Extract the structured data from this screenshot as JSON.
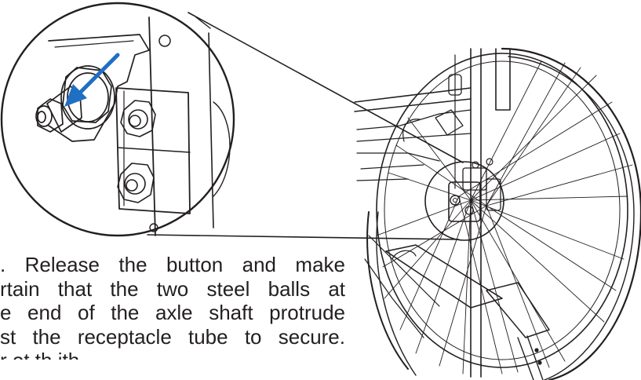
{
  "document": {
    "paragraph_lines": [
      ". Release the button and make",
      "rtain that the two steel balls at",
      "e end of the axle shaft protrude",
      "st the receptacle tube to secure.",
      "r ot th ith"
    ]
  },
  "colors": {
    "ink": "#231f20",
    "arrow": "#1f6fc4",
    "background": "#ffffff"
  },
  "icons": {
    "arrow": "arrow-pointer-icon"
  }
}
